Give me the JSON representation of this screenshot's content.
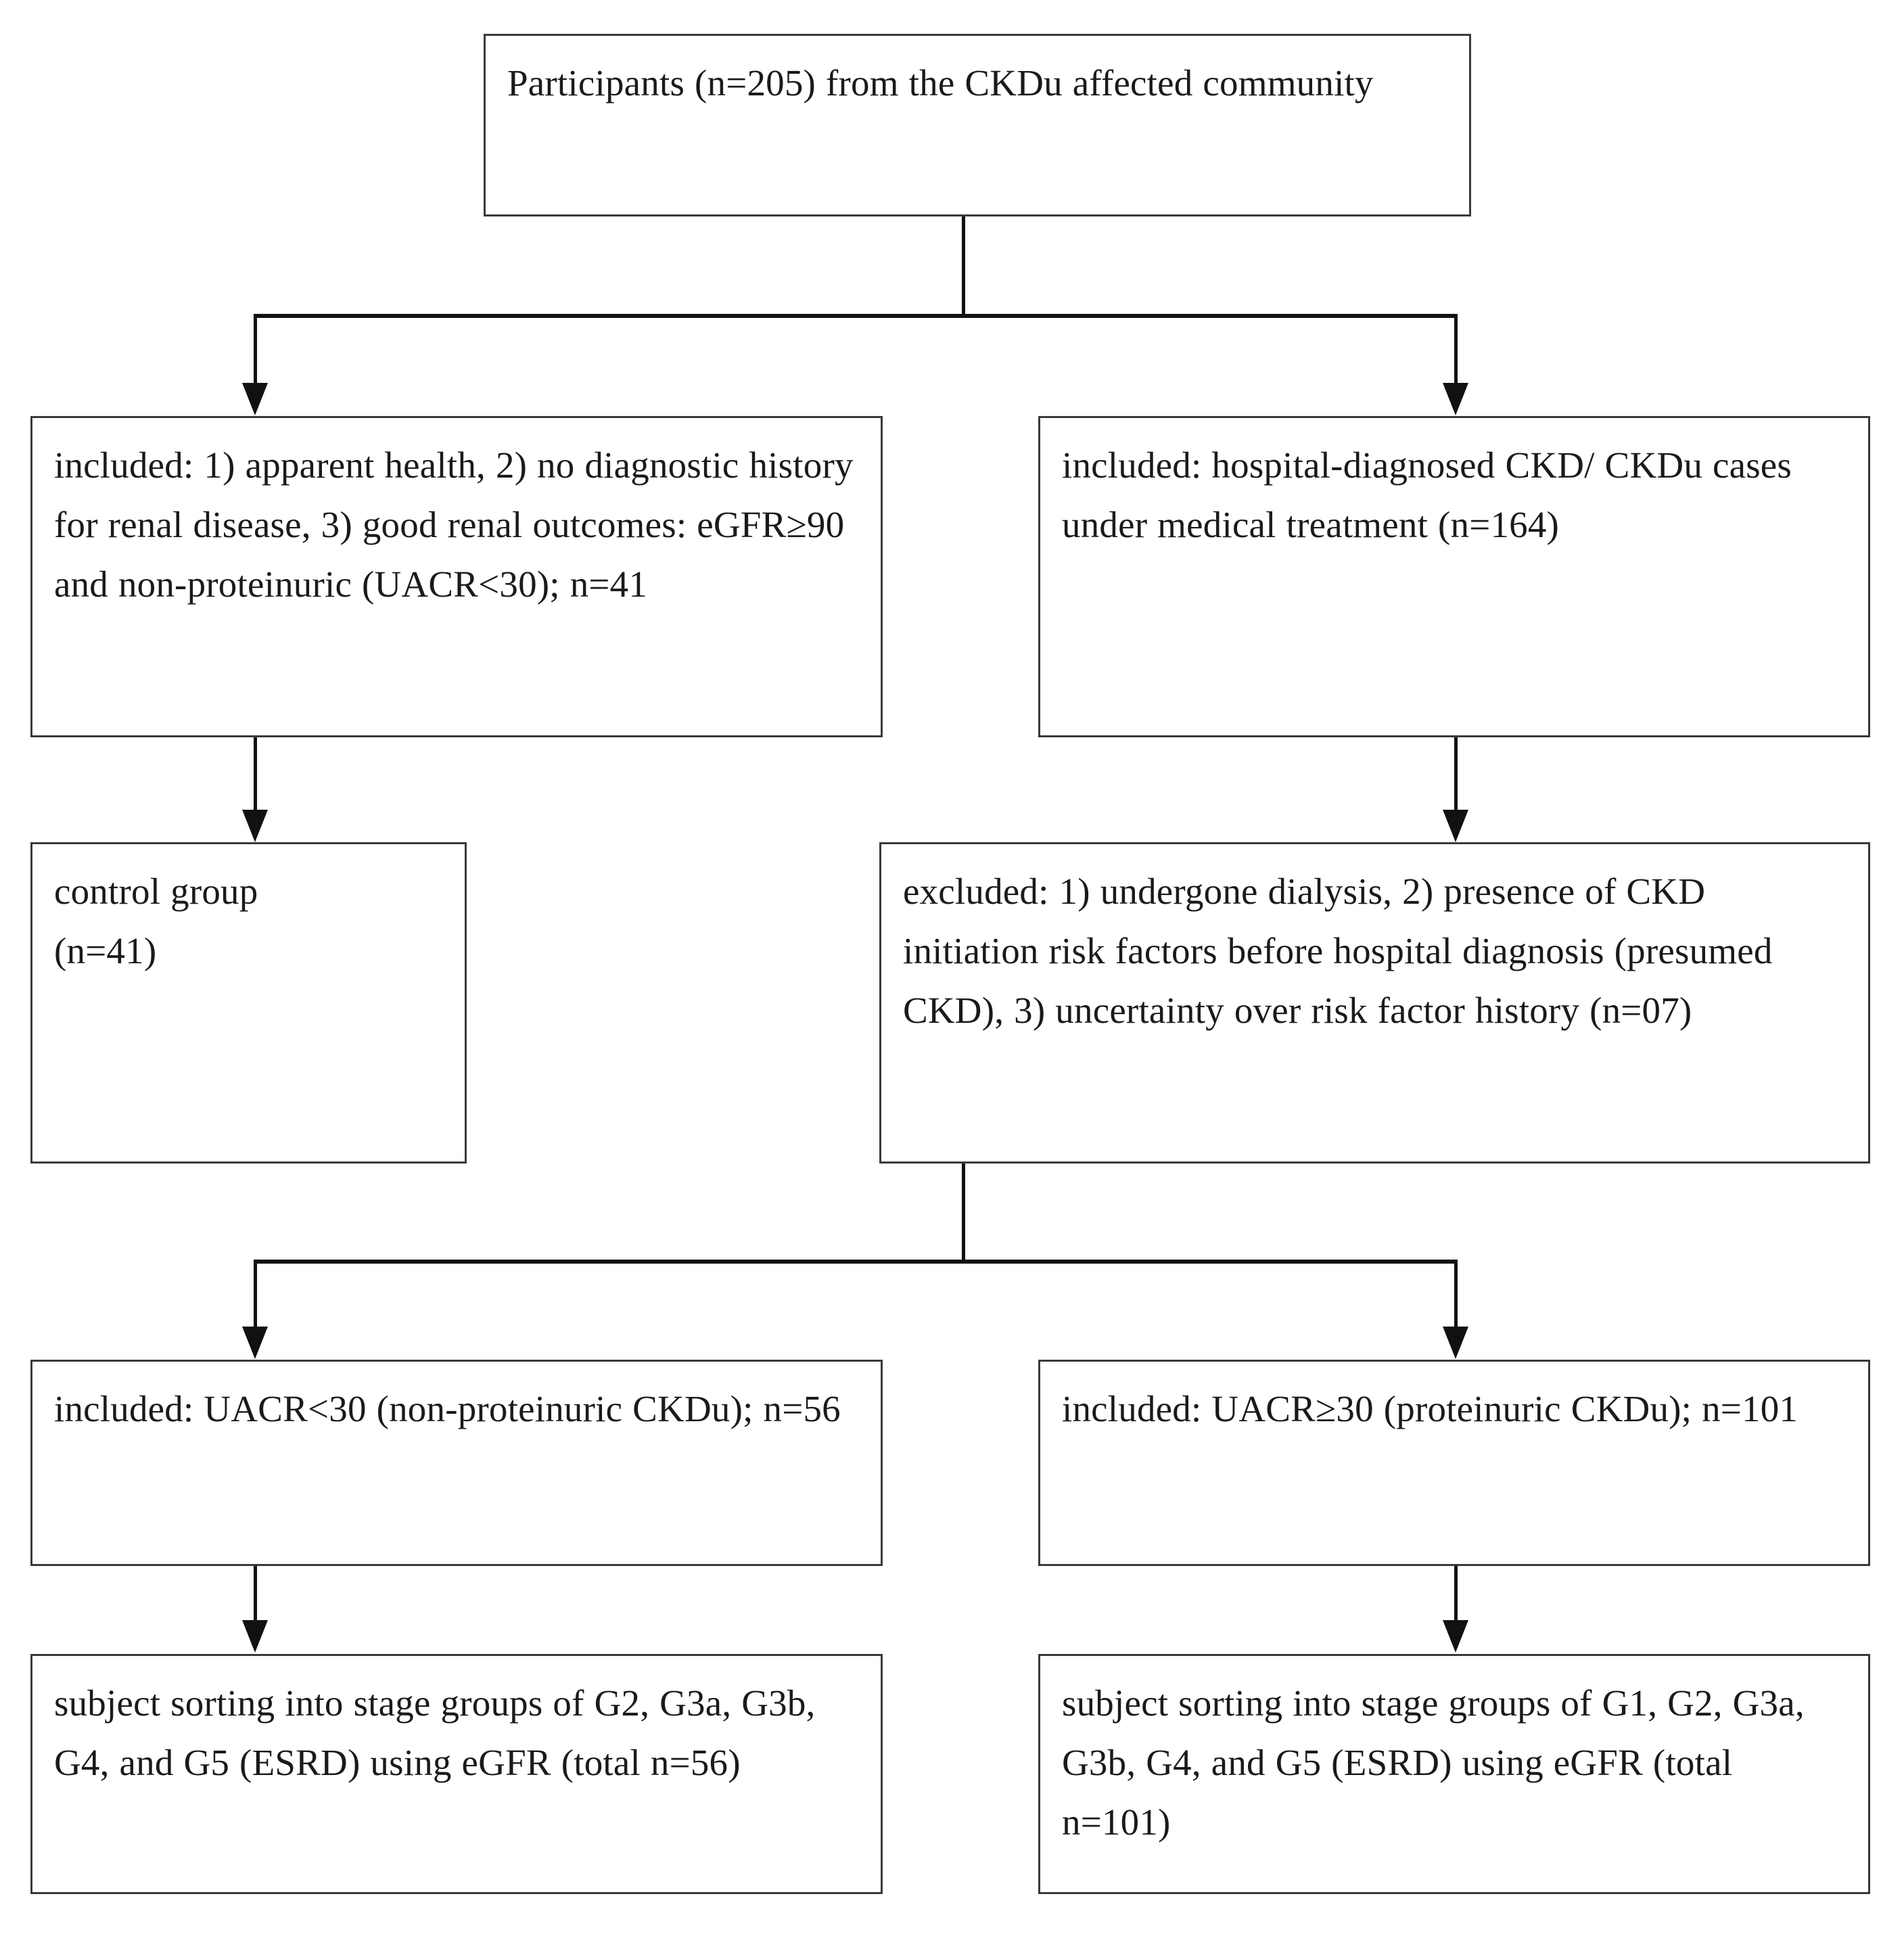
{
  "diagram": {
    "type": "flowchart",
    "title": "Participant selection flow (CKDu study)",
    "nodes": {
      "participants": {
        "label": "Participants (n=205) from the CKDu affected community",
        "count": 205
      },
      "included_controls": {
        "label": "included: 1) apparent health, 2) no diagnostic history for renal disease, 3) good renal outcomes: eGFR≥90 and non-proteinuric (UACR<30); n=41",
        "count": 41
      },
      "included_cases": {
        "label": "included: hospital-diagnosed CKD/ CKDu cases under medical treatment (n=164)",
        "count": 164
      },
      "control_group": {
        "label": "control group\n(n=41)",
        "count": 41
      },
      "excluded": {
        "label": "excluded: 1) undergone dialysis, 2) presence of CKD initiation risk factors before hospital diagnosis (presumed CKD), 3) uncertainty over risk factor history (n=07)",
        "count": 7
      },
      "non_proteinuric": {
        "label": "included: UACR<30 (non-proteinuric CKDu); n=56",
        "count": 56
      },
      "proteinuric": {
        "label": "included: UACR≥30 (proteinuric CKDu); n=101",
        "count": 101
      },
      "sorting_non_proteinuric": {
        "label": "subject sorting into stage groups of G2, G3a, G3b, G4, and G5 (ESRD) using eGFR (total n=56)",
        "count": 56,
        "stages": [
          "G2",
          "G3a",
          "G3b",
          "G4",
          "G5 (ESRD)"
        ]
      },
      "sorting_proteinuric": {
        "label": "subject sorting into stage groups of G1, G2, G3a, G3b, G4, and G5 (ESRD) using eGFR (total n=101)",
        "count": 101,
        "stages": [
          "G1",
          "G2",
          "G3a",
          "G3b",
          "G4",
          "G5 (ESRD)"
        ]
      }
    },
    "edges": [
      {
        "from": "participants",
        "to": "included_controls",
        "style": "split-arrow"
      },
      {
        "from": "participants",
        "to": "included_cases",
        "style": "split-arrow"
      },
      {
        "from": "included_controls",
        "to": "control_group",
        "style": "arrow"
      },
      {
        "from": "included_cases",
        "to": "excluded",
        "style": "arrow"
      },
      {
        "from": "excluded",
        "to": "non_proteinuric",
        "style": "split-arrow"
      },
      {
        "from": "excluded",
        "to": "proteinuric",
        "style": "split-arrow"
      },
      {
        "from": "non_proteinuric",
        "to": "sorting_non_proteinuric",
        "style": "arrow"
      },
      {
        "from": "proteinuric",
        "to": "sorting_proteinuric",
        "style": "arrow"
      }
    ],
    "colors": {
      "box_border": "#3a3a3a",
      "connector": "#111111",
      "background": "#ffffff",
      "text": "#1a1a1a"
    }
  }
}
